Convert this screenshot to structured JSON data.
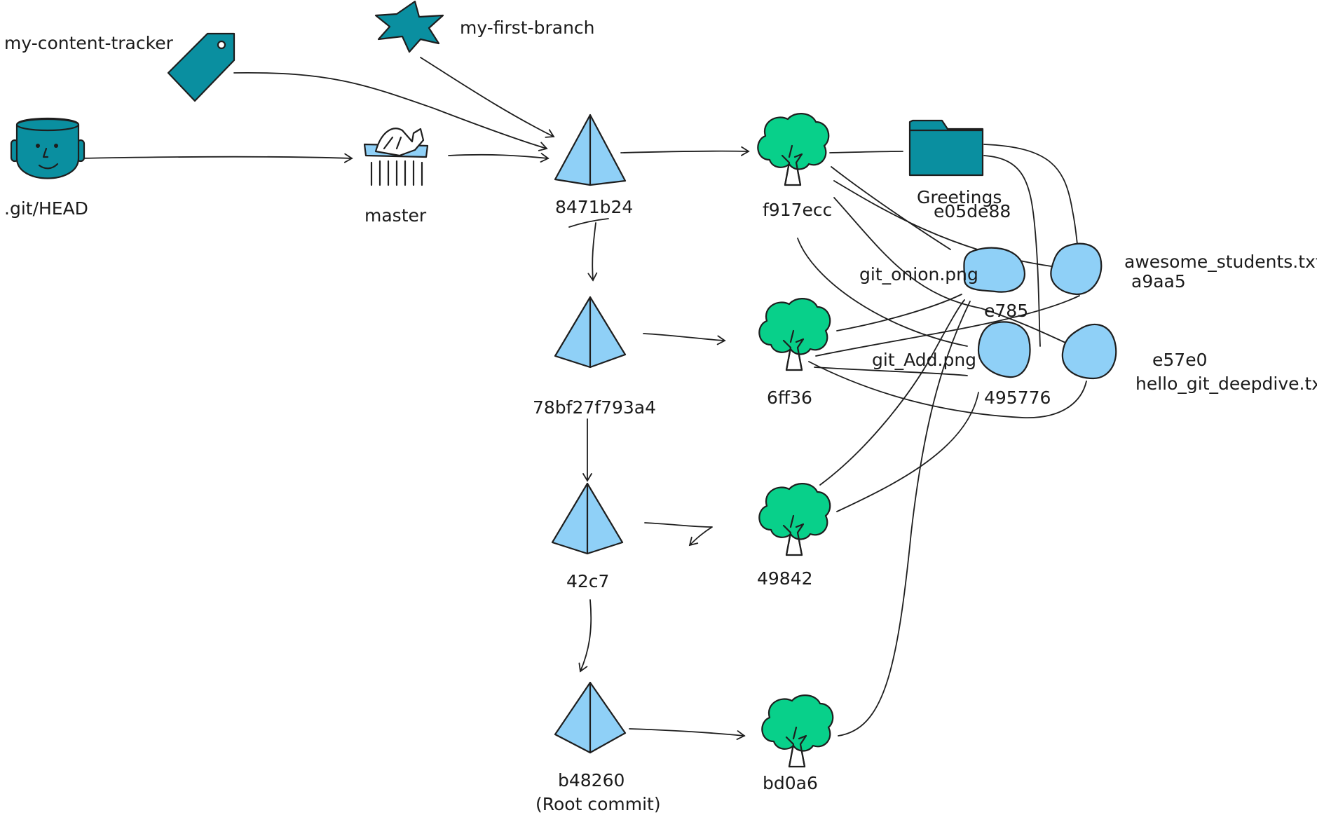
{
  "colors": {
    "commit_fill": "#8fd0f7",
    "tree_fill": "#08d08a",
    "blob_fill": "#8fd0f7",
    "ref_fill": "#0a8fa0",
    "stroke": "#1e1e1e"
  },
  "refs": {
    "head": ".git/HEAD",
    "tag": "my-content-tracker",
    "branch": "my-first-branch",
    "master": "master"
  },
  "commits": [
    {
      "label": "8471b24",
      "note": ""
    },
    {
      "label": "78bf27f793a4",
      "note": ""
    },
    {
      "label": "42c7",
      "note": ""
    },
    {
      "label": "b48260",
      "note": "(Root commit)"
    }
  ],
  "trees": [
    {
      "label": "f917ecc"
    },
    {
      "label": "6ff36"
    },
    {
      "label": "49842"
    },
    {
      "label": "bd0a6"
    }
  ],
  "folder": {
    "name": "Greetings",
    "hash": "e05de88"
  },
  "blobs": [
    {
      "name": "git_onion.png",
      "hash": "e785"
    },
    {
      "name": "awesome_students.txt",
      "hash": "a9aa5"
    },
    {
      "name": "git_Add.png",
      "hash": "495776"
    },
    {
      "name": "hello_git_deepdive.txt",
      "hash": "e57e0"
    }
  ],
  "icons": {
    "head": "person-head-icon",
    "tag": "tag-icon",
    "branch": "star-icon",
    "master": "bookmark-hand-icon",
    "commit": "pyramid-icon",
    "tree": "tree-icon",
    "folder": "folder-icon",
    "blob": "blob-icon"
  }
}
